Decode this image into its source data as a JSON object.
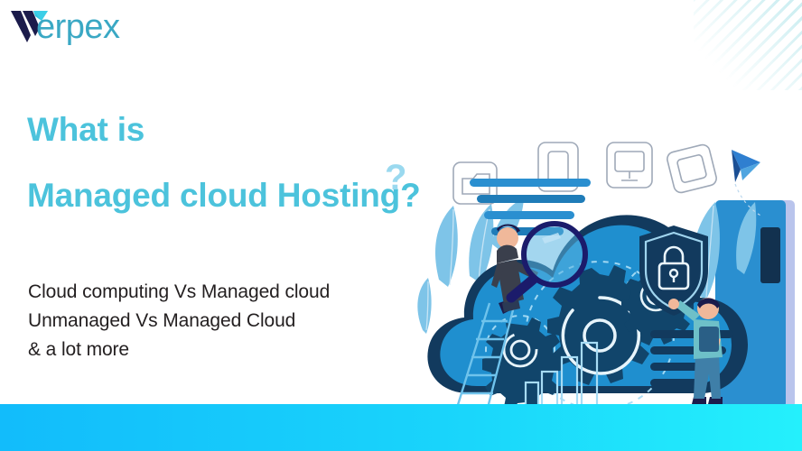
{
  "brand": {
    "logo_text": "erpex",
    "logo_mark_name": "verpex-v-logo",
    "logo_color": "#3aa8c4",
    "logo_mark_color": "#1b1b4b"
  },
  "headline": {
    "line1": "What is",
    "line2": "Managed cloud Hosting?",
    "color": "#4cc3dc"
  },
  "subcopy": {
    "line1": "Cloud computing Vs Managed cloud",
    "line2": "Unmanaged Vs Managed Cloud",
    "line3": "& a lot more",
    "color": "#231f20"
  },
  "illustration": {
    "name": "managed-cloud-hosting-illustration",
    "cloud_color": "#1f8fcf",
    "cloud_outline_color": "#123a5e",
    "gear_color": "#11456b",
    "shield_color": "#123a5e",
    "leaf_color": "#7ec4e8",
    "book_color": "#2a8fd0",
    "accent_navy": "#1b1b6b",
    "elements": [
      "cloud",
      "large-gear",
      "small-gear",
      "tiny-gear",
      "shield-lock-icon",
      "person-on-ladder",
      "person-with-tablet",
      "ladder",
      "magnifying-glass",
      "bar-chart",
      "phone-icon",
      "monitor-icon",
      "tablet-icon",
      "folder-icon",
      "paper-plane-icon",
      "question-mark",
      "text-bars",
      "leaves",
      "notebook"
    ]
  },
  "bottom_bar": {
    "gradient_from": "#12bcfb",
    "gradient_to": "#24f0fc"
  }
}
